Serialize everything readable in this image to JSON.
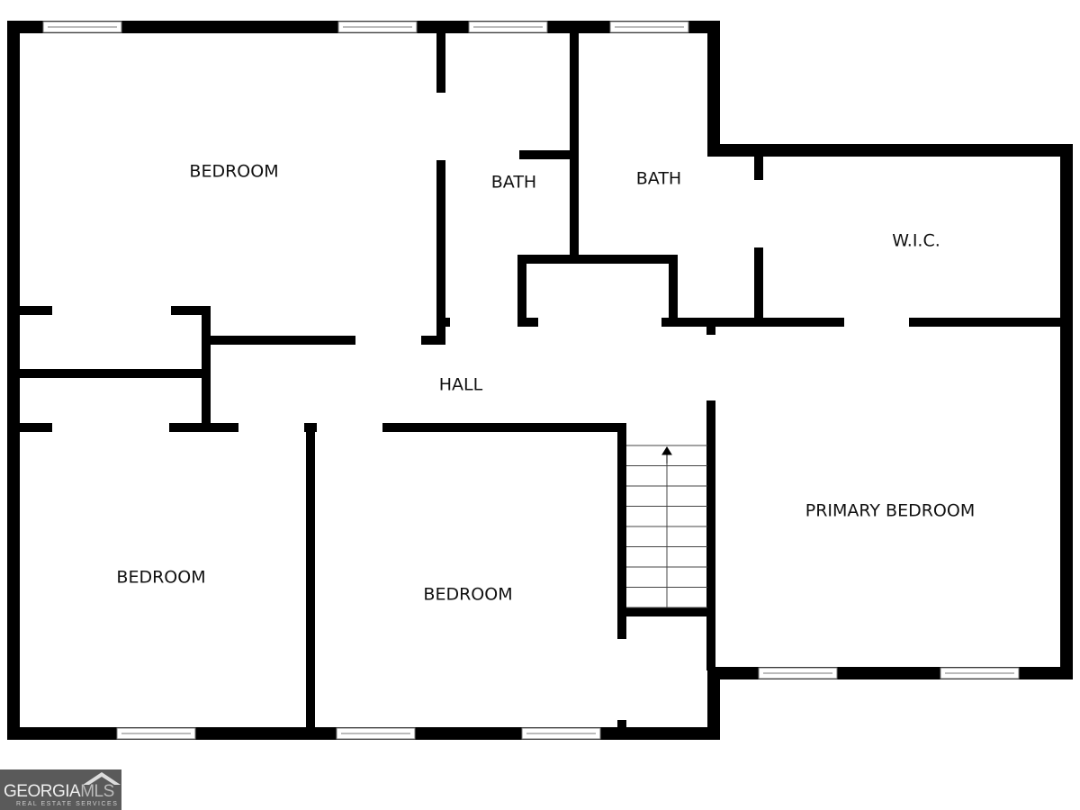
{
  "rooms": {
    "bedroom_nw": "BEDROOM",
    "bath_1": "BATH",
    "bath_2": "BATH",
    "wic": "W.I.C.",
    "hall": "HALL",
    "primary": "PRIMARY BEDROOM",
    "bedroom_sw": "BEDROOM",
    "bedroom_s": "BEDROOM"
  },
  "logo": {
    "brand_a": "GEORGIA",
    "brand_b": "MLS",
    "tagline": "REAL ESTATE SERVICES"
  }
}
